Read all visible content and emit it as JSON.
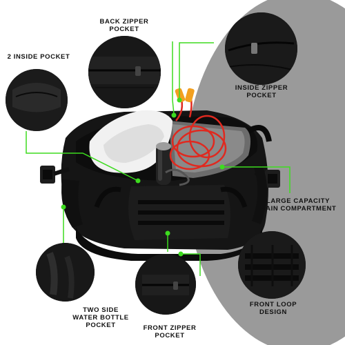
{
  "labels": {
    "back_zipper_pocket": [
      "BACK ZIPPER",
      "POCKET"
    ],
    "inside_pocket": [
      "2 INSIDE POCKET"
    ],
    "inside_zipper_pocket": [
      "INSIDE ZIPPER",
      "POCKET"
    ],
    "main_compartment": [
      "LARGE CAPACITY",
      "MAIN COMPARTMENT"
    ],
    "water_bottle_pocket": [
      "TWO SIDE",
      "WATER BOTTLE",
      "POCKET"
    ],
    "front_zipper_pocket": [
      "FRONT ZIPPER",
      "POCKET"
    ],
    "front_loop": [
      "FRONT LOOP",
      "DESIGN"
    ]
  },
  "colors": {
    "accent_green": "#3ddc1f",
    "bag_black": "#141414",
    "background_grey": "#9a9a9a",
    "rope_red": "#e0291f",
    "handle_orange": "#f2a020"
  },
  "icons": [
    "zipper-pull-icon"
  ]
}
